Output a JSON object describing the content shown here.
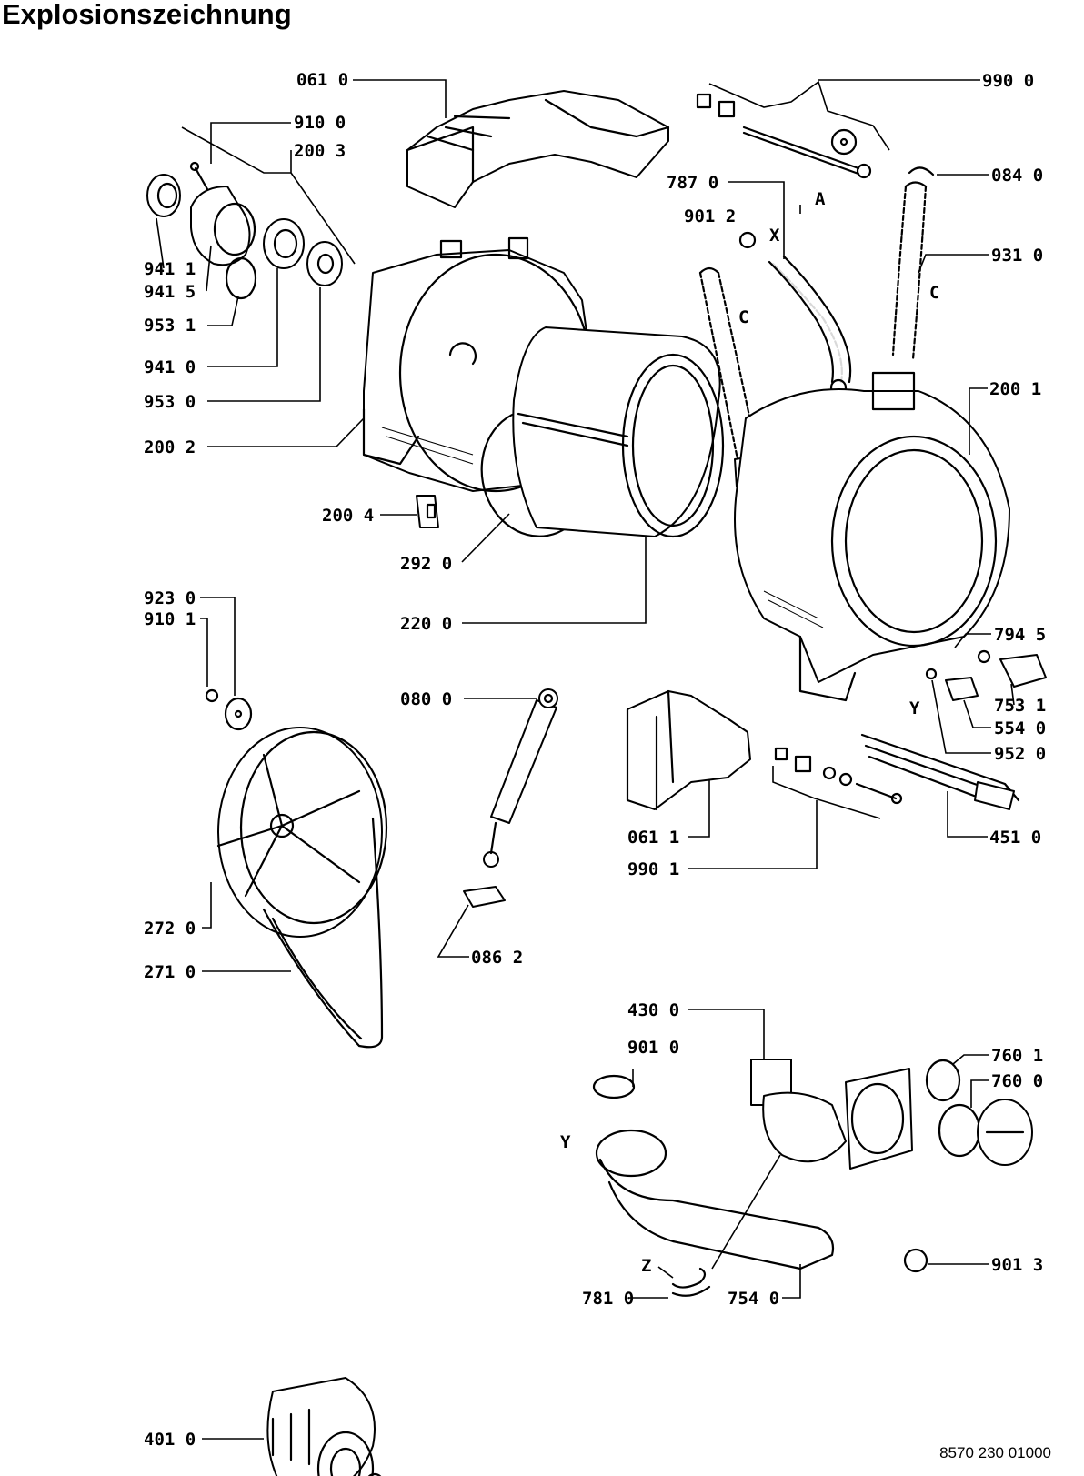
{
  "title": "Explosionszeichnung",
  "document_number": "8570 230 01000",
  "labels": {
    "061_0": "061 0",
    "910_0": "910 0",
    "200_3": "200 3",
    "941_1": "941 1",
    "941_5": "941 5",
    "953_1": "953 1",
    "941_0": "941 0",
    "953_0": "953 0",
    "200_2": "200 2",
    "200_4": "200 4",
    "292_0": "292 0",
    "220_0": "220 0",
    "923_0": "923 0",
    "910_1": "910 1",
    "080_0": "080 0",
    "272_0": "272 0",
    "271_0": "271 0",
    "086_2": "086 2",
    "401_0": "401 0",
    "990_0": "990 0",
    "084_0": "084 0",
    "787_0": "787 0",
    "901_2": "901 2",
    "931_0": "931 0",
    "200_1": "200 1",
    "794_5": "794 5",
    "753_1": "753 1",
    "554_0": "554 0",
    "952_0": "952 0",
    "451_0": "451 0",
    "061_1": "061 1",
    "990_1": "990 1",
    "430_0": "430 0",
    "901_0": "901 0",
    "760_1": "760 1",
    "760_0": "760 0",
    "901_3": "901 3",
    "781_0": "781 0",
    "754_0": "754 0"
  },
  "markers": {
    "a": "A",
    "x": "X",
    "c_left": "C",
    "c_right": "C",
    "y_upper": "Y",
    "y_lower": "Y",
    "z": "Z"
  }
}
